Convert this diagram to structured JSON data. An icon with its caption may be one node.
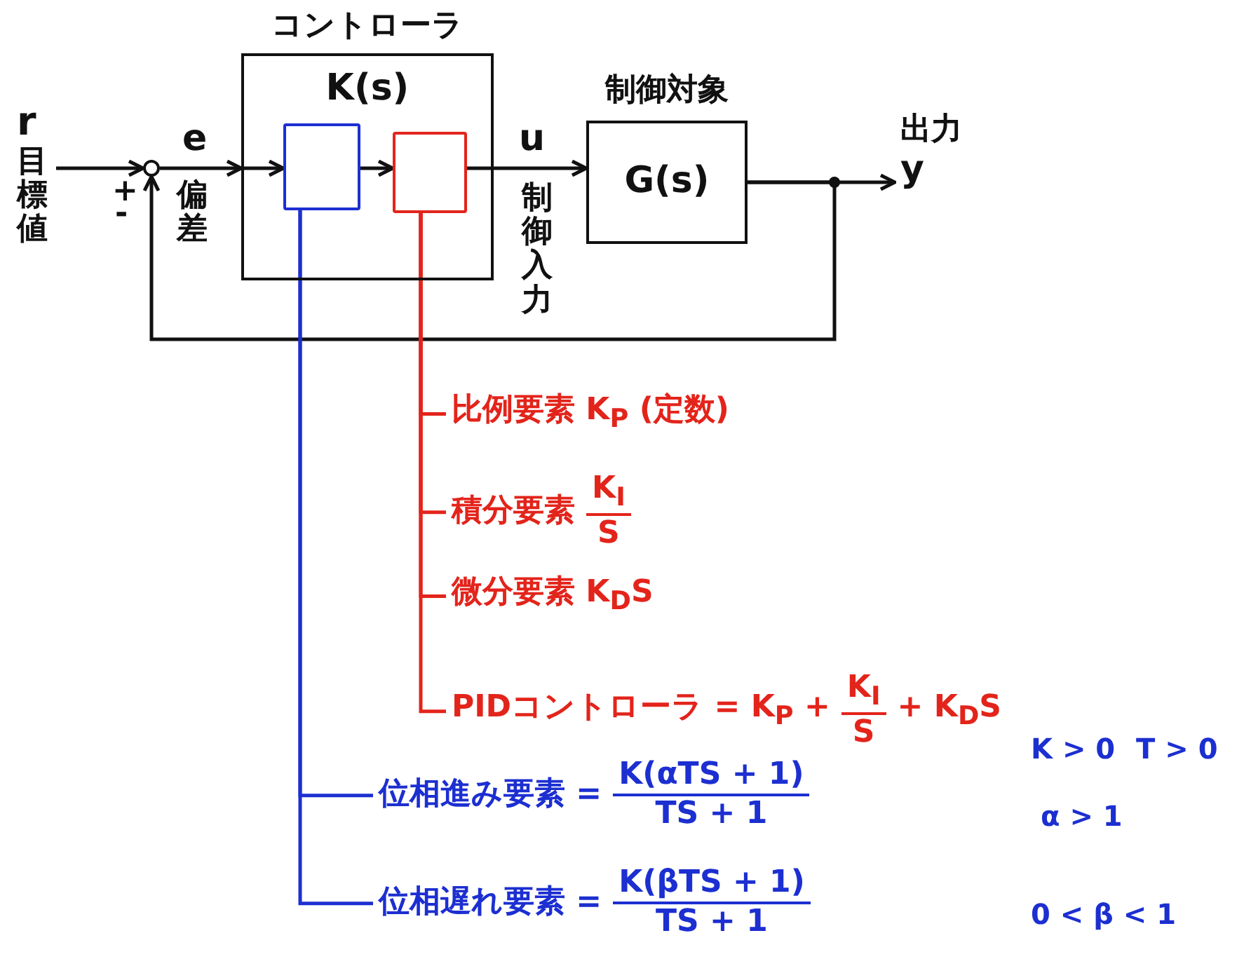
{
  "diagram": {
    "nodes": [
      {
        "text": [
          "r",
          "目標値"
        ]
      },
      {
        "text": [],
        "shape": "circle",
        "beside": [
          "+",
          "-"
        ]
      },
      {
        "text": [
          "コントローラ",
          "K(s)"
        ]
      },
      {
        "text": [],
        "shape": "box",
        "in": 2
      },
      {
        "text": [],
        "shape": "box",
        "in": 2
      },
      {
        "text": [
          "制御対象",
          "G(s)"
        ]
      },
      {
        "text": [
          "出力",
          "y"
        ]
      },
      {
        "text": [
          "比例要素 K$_{P}$ (定数)"
        ]
      },
      {
        "text": [
          "積分要素",
          "K$_{I}$",
          "S"
        ]
      },
      {
        "text": [
          "微分要素 K$_{D}$S"
        ]
      },
      {
        "text": [
          "PIDコントローラ = K$_{P}$ +",
          "K$_{I}$",
          "S",
          "+ K$_{D}$S"
        ]
      },
      {
        "text": [
          "位相進み要素 =",
          "K(αTS + 1)",
          "TS + 1"
        ]
      },
      {
        "text": [
          "位相遅れ要素 =",
          "K(βTS + 1)",
          "TS + 1"
        ]
      }
    ],
    "edges": [
      {
        "from": 0,
        "to": 1,
        "arrow": "to"
      },
      {
        "from": 1,
        "to": 2,
        "arrow": "to",
        "label": "e"
      },
      {
        "from": 2,
        "to": 3,
        "arrow": "to"
      },
      {
        "from": 3,
        "to": 4,
        "arrow": "to"
      },
      {
        "from": 4,
        "to": 5,
        "arrow": "to",
        "label": "u"
      },
      {
        "from": 5,
        "to": 6,
        "arrow": "to"
      },
      {
        "from": 5,
        "to": 1,
        "arrow": "to"
      },
      {
        "from": 4,
        "to": 7,
        "arrow": "none",
        "color": "#e3241b"
      },
      {
        "from": 4,
        "to": 8,
        "arrow": "none",
        "color": "#e3241b"
      },
      {
        "from": 4,
        "to": 9,
        "arrow": "none",
        "color": "#e3241b"
      },
      {
        "from": 4,
        "to": 10,
        "arrow": "none",
        "color": "#e3241b"
      },
      {
        "from": 3,
        "to": 11,
        "arrow": "none",
        "color": "#1c2fd1"
      },
      {
        "from": 3,
        "to": 12,
        "arrow": "none",
        "color": "#1c2fd1"
      }
    ],
    "labels": [
      "偏差",
      "制御入力",
      "K > 0",
      "T > 0",
      "α > 1",
      "0 < β < 1"
    ]
  }
}
